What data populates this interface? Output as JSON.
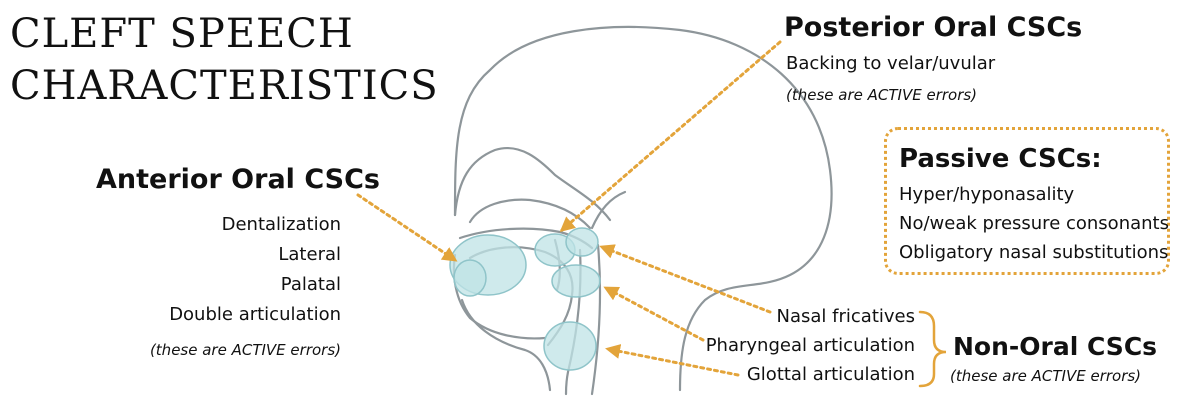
{
  "title": {
    "line1": "CLEFT SPEECH",
    "line2": "CHARACTERISTICS"
  },
  "anterior": {
    "heading": "Anterior Oral CSCs",
    "items": [
      "Dentalization",
      "Lateral",
      "Palatal",
      "Double articulation"
    ],
    "note": "(these are ACTIVE errors)"
  },
  "posterior": {
    "heading": "Posterior Oral CSCs",
    "item": "Backing to velar/uvular",
    "note": "(these are ACTIVE errors)"
  },
  "passive": {
    "heading": "Passive CSCs:",
    "items": [
      "Hyper/hyponasality",
      "No/weak pressure consonants",
      "Obligatory nasal substitutions"
    ]
  },
  "non_oral": {
    "heading": "Non-Oral CSCs",
    "items": [
      "Nasal fricatives",
      "Pharyngeal articulation",
      "Glottal articulation"
    ],
    "note": "(these are ACTIVE errors)"
  },
  "colors": {
    "arrow": "#E3A43A",
    "outline": "#8E969A",
    "highlight_fill": "#BFE3E6",
    "highlight_stroke": "#8FC4C9"
  }
}
